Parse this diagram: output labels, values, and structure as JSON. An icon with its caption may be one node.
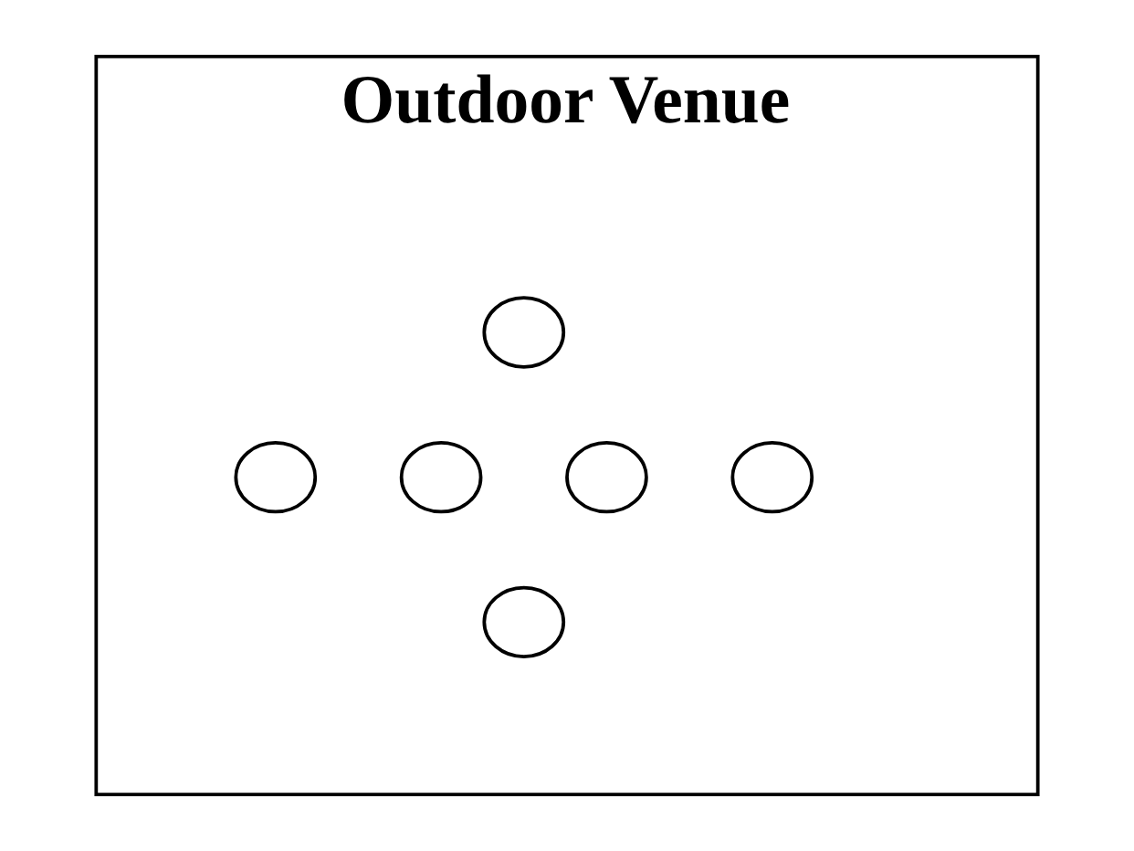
{
  "diagram": {
    "nodes": [
      {
        "text": [
          "Outdoor Venue"
        ]
      },
      {
        "text": [],
        "shape": "circle",
        "in": 0
      },
      {
        "text": [],
        "shape": "circle",
        "in": 0
      },
      {
        "text": [],
        "shape": "circle",
        "in": 0
      },
      {
        "text": [],
        "shape": "circle",
        "in": 0
      },
      {
        "text": [],
        "shape": "circle",
        "in": 0
      },
      {
        "text": [],
        "shape": "circle",
        "in": 0
      }
    ]
  }
}
